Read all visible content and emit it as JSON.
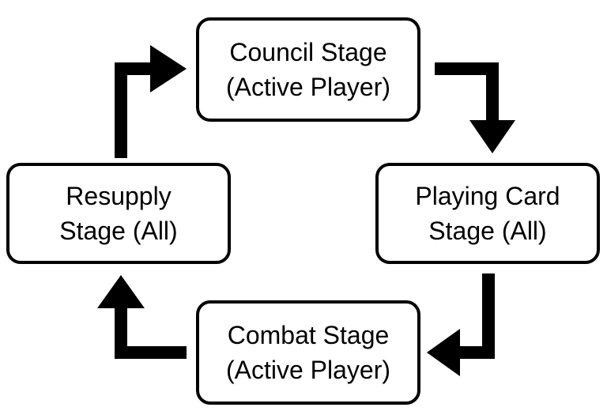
{
  "diagram": {
    "stages": {
      "council": {
        "line1": "Council Stage",
        "line2": "(Active Player)"
      },
      "playing": {
        "line1": "Playing Card",
        "line2": "Stage (All)"
      },
      "combat": {
        "line1": "Combat Stage",
        "line2": "(Active Player)"
      },
      "resupply": {
        "line1": "Resupply",
        "line2": "Stage (All)"
      }
    },
    "colors": {
      "stroke": "#000000",
      "fill": "#ffffff"
    }
  }
}
